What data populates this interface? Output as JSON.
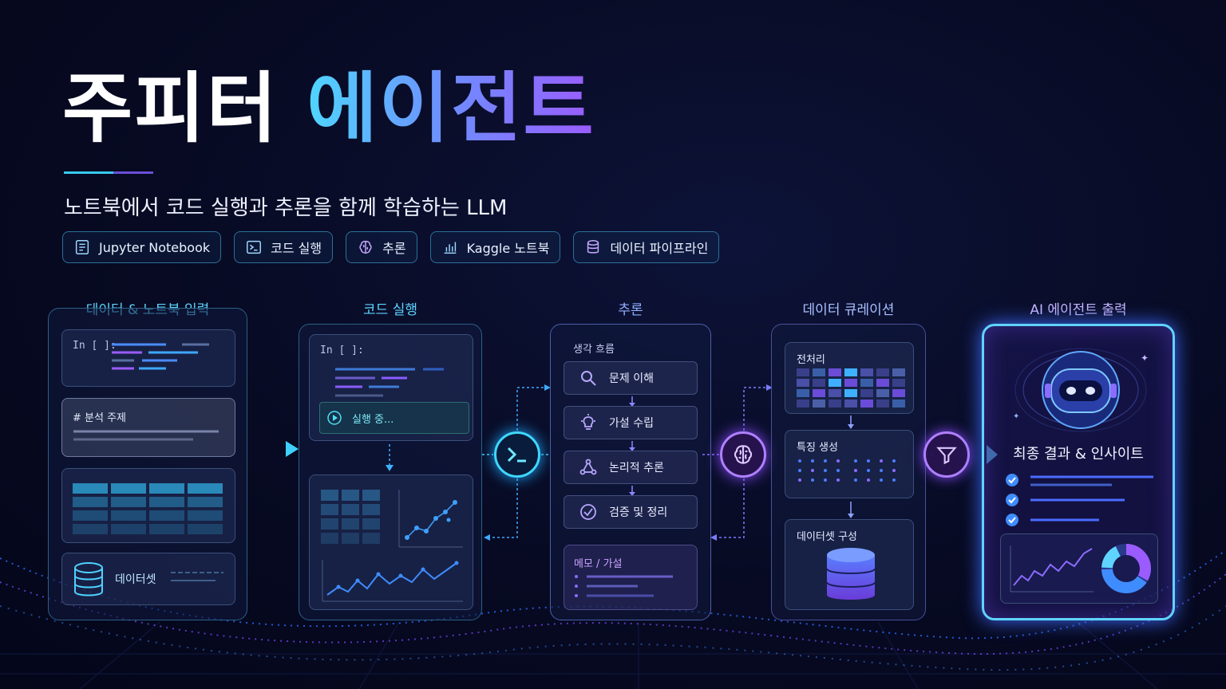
{
  "header": {
    "title_white": "주피터",
    "title_gradient": "에이전트",
    "subtitle": "노트북에서 코드 실행과 추론을 함께 학습하는 LLM"
  },
  "tags": [
    {
      "label": "Jupyter Notebook",
      "icon": "notebook-icon"
    },
    {
      "label": "코드 실행",
      "icon": "terminal-icon"
    },
    {
      "label": "추론",
      "icon": "brain-icon"
    },
    {
      "label": "Kaggle 노트북",
      "icon": "bar-chart-icon"
    },
    {
      "label": "데이터 파이프라인",
      "icon": "database-icon"
    }
  ],
  "stages": {
    "input": {
      "title": "데이터 & 노트북 입력",
      "code_cell": "In [ ]:",
      "markdown_cell": "# 분석 주제",
      "dataset_label": "데이터셋"
    },
    "execution": {
      "title": "코드 실행",
      "code_cell": "In [ ]:",
      "running_label": "실행 중..."
    },
    "reasoning": {
      "title": "추론",
      "flow_label": "생각 흐름",
      "steps": [
        "문제 이해",
        "가설 수립",
        "논리적 추론",
        "검증 및 정리"
      ],
      "memo_label": "메모 / 가설"
    },
    "curation": {
      "title": "데이터 큐레이션",
      "preprocess": "전처리",
      "features": "특징 생성",
      "dataset_build": "데이터셋 구성"
    },
    "output": {
      "title": "AI 에이전트 출력",
      "result_label": "최종 결과 & 인사이트"
    }
  },
  "colors": {
    "cyan": "#3fd0ff",
    "blue": "#4f7dff",
    "purple": "#9a5cff",
    "background": "#070a22"
  }
}
